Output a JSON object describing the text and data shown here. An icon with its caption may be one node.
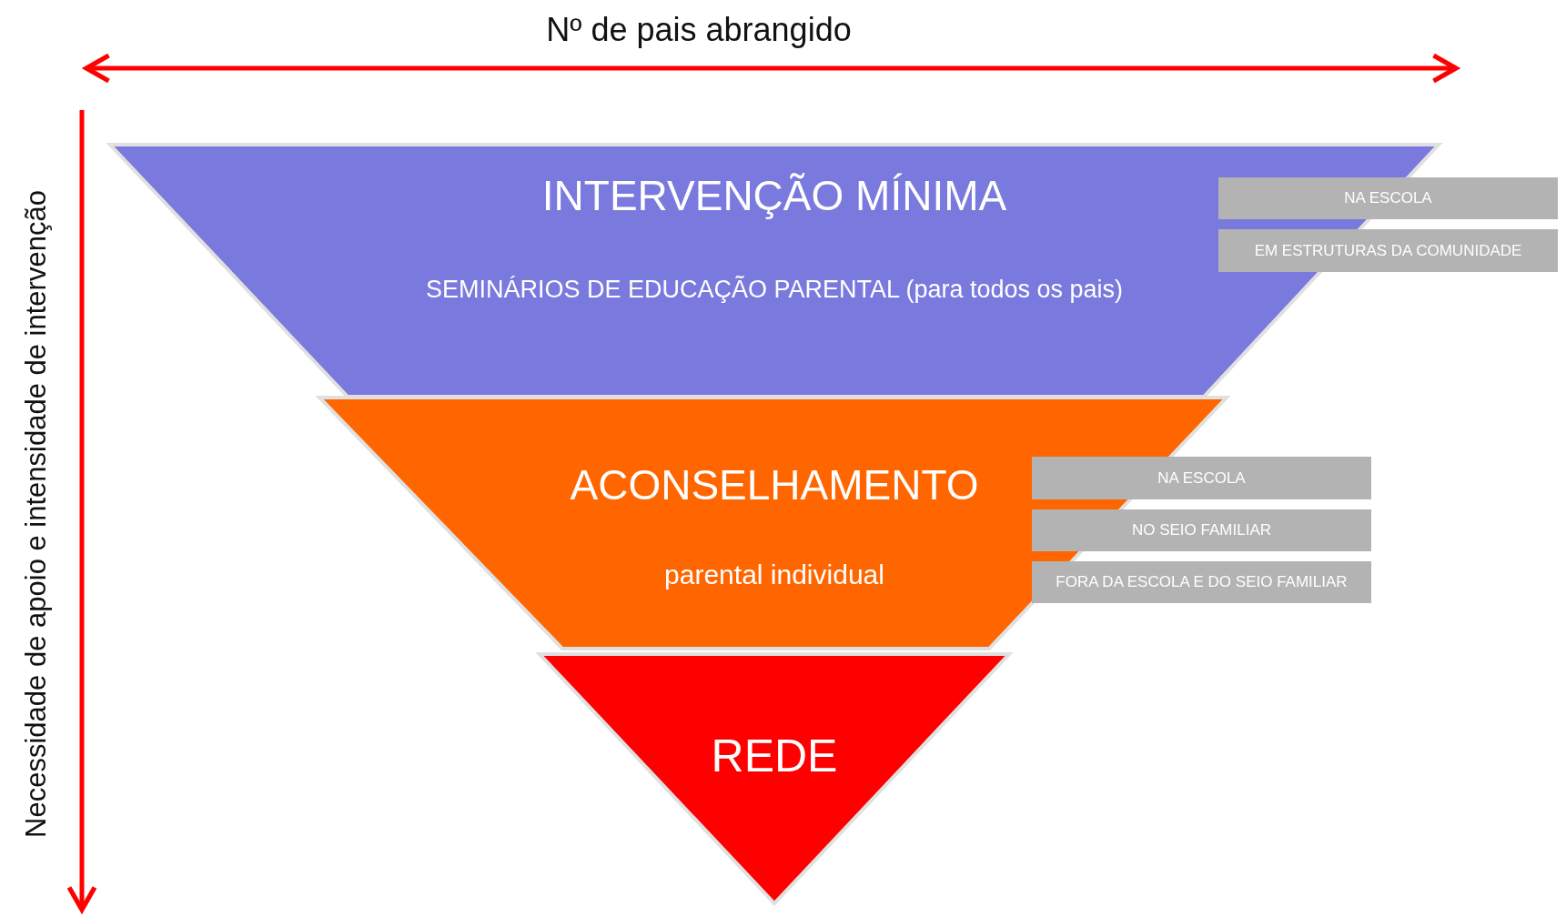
{
  "diagram": {
    "nodes": [
      {
        "text": [
          "INTERVENÇÃO MÍNIMA",
          "SEMINÁRIOS DE EDUCAÇÃO PARENTAL (para todos os pais)"
        ]
      },
      {
        "text": [
          "NA ESCOLA"
        ]
      },
      {
        "text": [
          "EM ESTRUTURAS DA COMUNIDADE"
        ]
      },
      {
        "text": [
          "ACONSELHAMENTO",
          "parental individual"
        ]
      },
      {
        "text": [
          "NA ESCOLA"
        ]
      },
      {
        "text": [
          "NO SEIO FAMILIAR"
        ]
      },
      {
        "text": [
          "FORA DA ESCOLA E DO SEIO FAMILIAR"
        ]
      },
      {
        "text": [
          "REDE"
        ]
      }
    ],
    "labels": [
      "Nº de pais abrangido",
      "Necessidade de apoio e intensidade de intervenção"
    ]
  }
}
